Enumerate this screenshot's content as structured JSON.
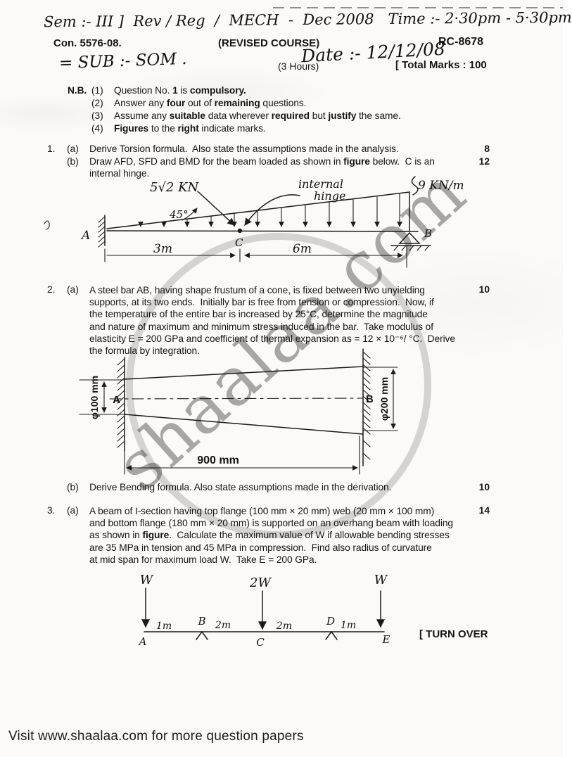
{
  "header": {
    "hw_line": "Sem :- III ]  Rev / Reg  /  MECH  -  Dec 2008   Time :- 2·30pm - 5·30pm",
    "con_no": "Con. 5576-08.",
    "course": "(REVISED COURSE)",
    "paper_code": "RC-8678",
    "hw_date": "Date :- 12/12/08",
    "hw_subject": "= SUB :- SOM .",
    "duration": "(3 Hours)",
    "total_marks": "[ Total Marks : 100"
  },
  "nb": {
    "label": "N.B.",
    "items": [
      {
        "num": "(1)",
        "segments": [
          [
            "Question No. ",
            0
          ],
          [
            "1",
            1
          ],
          [
            " is ",
            0
          ],
          [
            "compulsory.",
            1
          ]
        ]
      },
      {
        "num": "(2)",
        "segments": [
          [
            "Answer any ",
            0
          ],
          [
            "four",
            1
          ],
          [
            " out of ",
            0
          ],
          [
            "remaining",
            1
          ],
          [
            " questions.",
            0
          ]
        ]
      },
      {
        "num": "(3)",
        "segments": [
          [
            "Assume any ",
            0
          ],
          [
            "suitable",
            1
          ],
          [
            " data wherever ",
            0
          ],
          [
            "required",
            1
          ],
          [
            " but ",
            0
          ],
          [
            "justify",
            1
          ],
          [
            " the same.",
            0
          ]
        ]
      },
      {
        "num": "(4)",
        "segments": [
          [
            "Figures",
            1
          ],
          [
            " to the ",
            0
          ],
          [
            "right",
            1
          ],
          [
            " indicate marks.",
            0
          ]
        ]
      }
    ]
  },
  "q1": {
    "num": "1.",
    "a_label": "(a)",
    "a_text": "Derive Torsion formula.  Also state the assumptions made in the analysis.",
    "a_marks": "8",
    "b_label": "(b)",
    "b_segments": [
      [
        "Draw AFD, SFD and BMD for the beam loaded as shown in ",
        0
      ],
      [
        "figure",
        1
      ],
      [
        " below.  C is an",
        0
      ]
    ],
    "b_marks": "12",
    "b_cont": "internal hinge."
  },
  "q2": {
    "num": "2.",
    "a_label": "(a)",
    "a_marks": "10",
    "a_lines": [
      "A steel bar AB, having shape frustum of a cone, is fixed between two unyielding",
      "supports, at its two ends.  Initially bar is free from tension or compression.  Now, if",
      "the temperature of the entire bar is increased by 25°C, determine the magnitude",
      "and nature of maximum and minimum stress induced in the bar.  Take modulus of",
      "elasticity E = 200 GPa and coefficient of thermal expansion as = 12 × 10⁻⁶/ °C.  Derive",
      "the formula by integration."
    ],
    "b_label": "(b)",
    "b_text": "Derive Bending formula. Also state assumptions made in the derivation.",
    "b_marks": "10"
  },
  "q3": {
    "num": "3.",
    "a_label": "(a)",
    "a_marks": "14",
    "a_lines": [
      [
        [
          "A beam of I-section having top flange (100 mm × 20 mm) web (20 mm × 100 mm)",
          0
        ]
      ],
      [
        [
          "and bottom flange (180 mm × 20 mm) is supported on an overhang beam with loading",
          0
        ]
      ],
      [
        [
          "as shown in ",
          0
        ],
        [
          "figure",
          1
        ],
        [
          ".  Calculate the maximum value of W if allowable bending stresses",
          0
        ]
      ],
      [
        [
          "are 35 MPa in tension and 45 MPa in compression.  Find also radius of curvature",
          0
        ]
      ],
      [
        [
          "at mid span for maximum load W.  Take E = 200 GPa.",
          0
        ]
      ]
    ]
  },
  "beam_diagram": {
    "point_load": "5√2 KN",
    "angle": "45°",
    "hinge_note_1": "internal",
    "hinge_note_2": "hinge",
    "udl": "9 KN/m",
    "label_a": "A",
    "label_b": "B",
    "label_c": "C",
    "dim_left": "3m",
    "dim_right": "6m"
  },
  "frustum_diagram": {
    "label_a": "A",
    "label_b": "B",
    "dia_left": "φ100 mm",
    "dia_right": "φ200 mm",
    "length": "900 mm"
  },
  "overhang_diagram": {
    "load_left": "W",
    "load_mid": "2W",
    "load_right": "W",
    "dim_1": "1m",
    "dim_2": "2m",
    "dim_3": "2m",
    "dim_4": "1m",
    "pt_a": "A",
    "pt_b": "B",
    "pt_c": "C",
    "pt_d": "D",
    "pt_e": "E"
  },
  "turn_over": "[ TURN OVER",
  "watermark": "shaalaa.com",
  "footer": "Visit www.shaalaa.com for more question papers"
}
